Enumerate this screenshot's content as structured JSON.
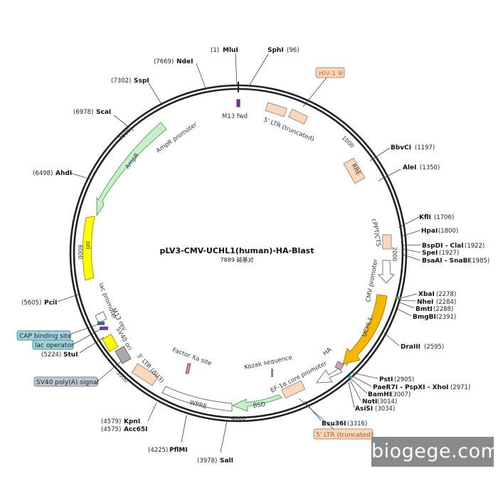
{
  "plasmid": {
    "name": "pLV3-CMV-UCHL1(human)-HA-Blast",
    "size_label": "7889 碱基对",
    "length": 7889
  },
  "ticks": [
    "1000",
    "2000",
    "3000",
    "4000",
    "5000",
    "6000",
    "7000"
  ],
  "restriction_sites": [
    {
      "name": "MluI",
      "pos": "(1)"
    },
    {
      "name": "SphI",
      "pos": "(96)"
    },
    {
      "name": "BbvCI",
      "pos": "(1197)"
    },
    {
      "name": "AleI",
      "pos": "(1350)"
    },
    {
      "name": "KflI",
      "pos": "(1706)"
    },
    {
      "name": "HpaI",
      "pos": "(1800)"
    },
    {
      "name": "BspDI - ClaI",
      "pos": "(1922)"
    },
    {
      "name": "SpeI",
      "pos": "(1927)"
    },
    {
      "name": "BsaAI - SnaBI",
      "pos": "(1985)"
    },
    {
      "name": "XbaI",
      "pos": "(2278)"
    },
    {
      "name": "NheI",
      "pos": "(2284)"
    },
    {
      "name": "BmtI",
      "pos": "(2288)"
    },
    {
      "name": "BmgBI",
      "pos": "(2391)"
    },
    {
      "name": "DraIII",
      "pos": "(2595)"
    },
    {
      "name": "PstI",
      "pos": "(2905)"
    },
    {
      "name": "PaeR7I - PspXI - XhoI",
      "pos": "(2971)"
    },
    {
      "name": "BamHI",
      "pos": "(3007)"
    },
    {
      "name": "NotI",
      "pos": "(3014)"
    },
    {
      "name": "AsiSI",
      "pos": "(3034)"
    },
    {
      "name": "Bsu36I",
      "pos": "(3316)"
    },
    {
      "name": "SalI",
      "pos": "(3978)"
    },
    {
      "name": "PflMI",
      "pos": "(4225)"
    },
    {
      "name": "KpnI",
      "pos": "(4579)"
    },
    {
      "name": "Acc65I",
      "pos": "(4575)"
    },
    {
      "name": "StuI",
      "pos": "(5224)"
    },
    {
      "name": "PciI",
      "pos": "(5605)"
    },
    {
      "name": "AhdI",
      "pos": "(6498)"
    },
    {
      "name": "ScaI",
      "pos": "(6978)"
    },
    {
      "name": "SspI",
      "pos": "(7302)"
    },
    {
      "name": "NdeI",
      "pos": "(7669)"
    }
  ],
  "features": [
    {
      "name": "M13 fwd",
      "color": "#7b3fa0"
    },
    {
      "name": "5' LTR (truncated)",
      "color": "#f8d9bf"
    },
    {
      "name": "RRE",
      "color": "#f8d9bf"
    },
    {
      "name": "cPPT/CTS",
      "color": "#f8d9bf"
    },
    {
      "name": "CMV promoter",
      "color": "#ffffff"
    },
    {
      "name": "UCHL1",
      "color": "#f5b800"
    },
    {
      "name": "HA",
      "color": "#c7a6b8"
    },
    {
      "name": "EF-1α core promoter",
      "color": "#ffffff"
    },
    {
      "name": "Kozak sequence",
      "color": "#888888"
    },
    {
      "name": "BSD",
      "color": "#c8f0c8"
    },
    {
      "name": "WPRE",
      "color": "#ffffff"
    },
    {
      "name": "Factor Xa site",
      "color": "#c48a9e"
    },
    {
      "name": "3' LTR (ΔU3)",
      "color": "#f8d9bf"
    },
    {
      "name": "SV40 ori",
      "color": "#ffff00"
    },
    {
      "name": "lac promoter",
      "color": "#ffffff"
    },
    {
      "name": "M13 rev",
      "color": "#7b3fa0"
    },
    {
      "name": "ori",
      "color": "#ffff00"
    },
    {
      "name": "AmpR",
      "color": "#c8f0c8"
    },
    {
      "name": "AmpR promoter",
      "color": "#ffffff"
    }
  ],
  "callout_boxes": [
    {
      "name": "HIV-1 Ψ",
      "color": "#f8d9bf"
    },
    {
      "name": "5' LTR (truncated)",
      "color": "#f8d9bf"
    },
    {
      "name": "CAP binding site",
      "color": "#9fd3dc"
    },
    {
      "name": "lac operator",
      "color": "#9fd3dc"
    },
    {
      "name": "SV40 poly(A) signal",
      "color": "#c0c8d0"
    }
  ],
  "watermark": "biogege.com"
}
